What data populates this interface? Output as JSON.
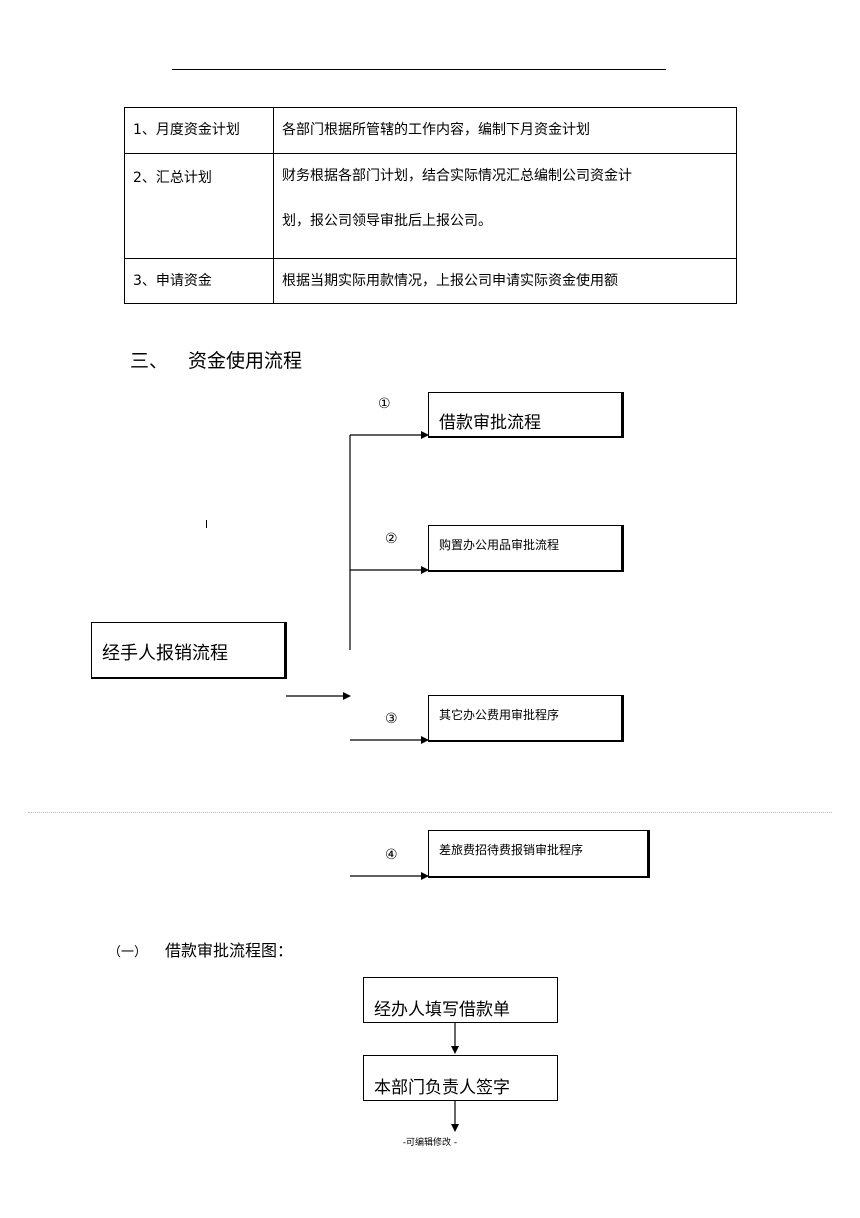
{
  "plan_table": {
    "rows": [
      {
        "step": "1、月度资金计划",
        "desc": [
          "各部门根据所管辖的工作内容，编制下月资金计划"
        ]
      },
      {
        "step": "2、汇总计划",
        "desc": [
          "财务根据各部门计划，结合实际情况汇总编制公司资金计",
          "划，报公司领导审批后上报公司。"
        ]
      },
      {
        "step": "3、申请资金",
        "desc": [
          "根据当期实际用款情况，上报公司申请实际资金使用额"
        ]
      }
    ]
  },
  "section3": {
    "num": "三、",
    "title": "资金使用流程"
  },
  "flow": {
    "source": "经手人报销流程",
    "branches": [
      {
        "marker": "①",
        "label": "借款审批流程"
      },
      {
        "marker": "②",
        "label": "购置办公用品审批流程"
      },
      {
        "marker": "③",
        "label": "其它办公费用审批程序"
      },
      {
        "marker": "④",
        "label": "差旅费招待费报销审批程序"
      }
    ]
  },
  "subsection1": {
    "num": "（一）",
    "title": "借款审批流程图："
  },
  "loan_flow": {
    "steps": [
      "经办人填写借款单",
      "本部门负责人签字"
    ]
  },
  "footer": {
    "text": "-可编辑修改 -"
  }
}
